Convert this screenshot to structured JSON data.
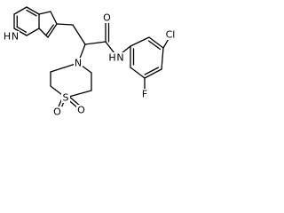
{
  "molecule": {
    "colors": {
      "bond": "#000000",
      "label": "#000000",
      "background": "#ffffff"
    },
    "atom_labels": {
      "indole_nh": "H",
      "indole_n": "N",
      "carbonyl_o": "O",
      "amide_nh": "H",
      "amide_n": "N",
      "chloro": "Cl",
      "fluoro": "F",
      "thiomorpholine_n": "N",
      "sulfur": "S",
      "sulfone_o_left": "O",
      "sulfone_o_right": "O"
    }
  }
}
